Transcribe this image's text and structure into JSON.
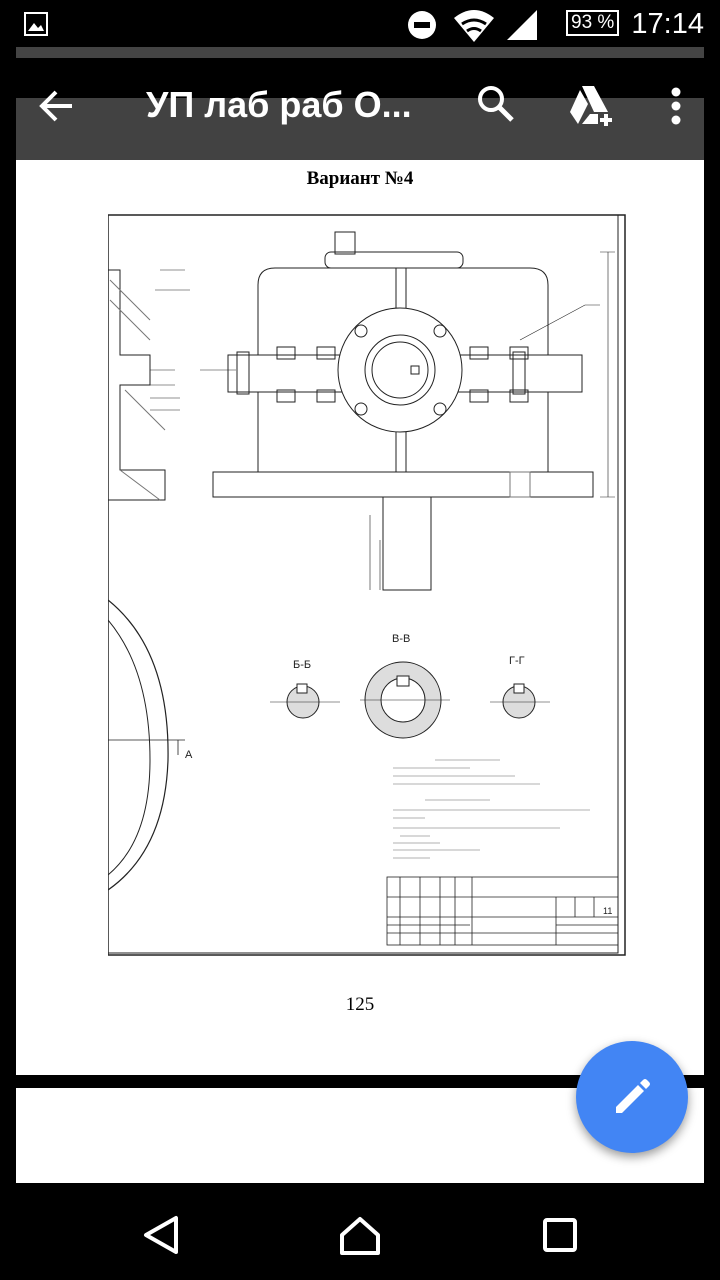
{
  "status_bar": {
    "battery": "93 %",
    "time": "17:14",
    "icons": [
      "image-icon",
      "do-not-disturb-icon",
      "wifi-icon",
      "signal-icon",
      "battery-icon"
    ]
  },
  "toolbar": {
    "title": "УП лаб раб О...",
    "icons": [
      "back-arrow-icon",
      "search-icon",
      "drive-add-icon",
      "more-vert-icon"
    ]
  },
  "document": {
    "page_title": "Вариант №4",
    "page_number": "125",
    "drawing_labels": {
      "section_b": "Б-Б",
      "section_v": "В-В",
      "section_g": "Г-Г",
      "view_a": "А",
      "sheet": "11"
    }
  },
  "fab": {
    "icon": "edit-pencil-icon"
  },
  "nav_bar": {
    "icons": [
      "back-triangle-icon",
      "home-icon",
      "recents-icon"
    ]
  }
}
